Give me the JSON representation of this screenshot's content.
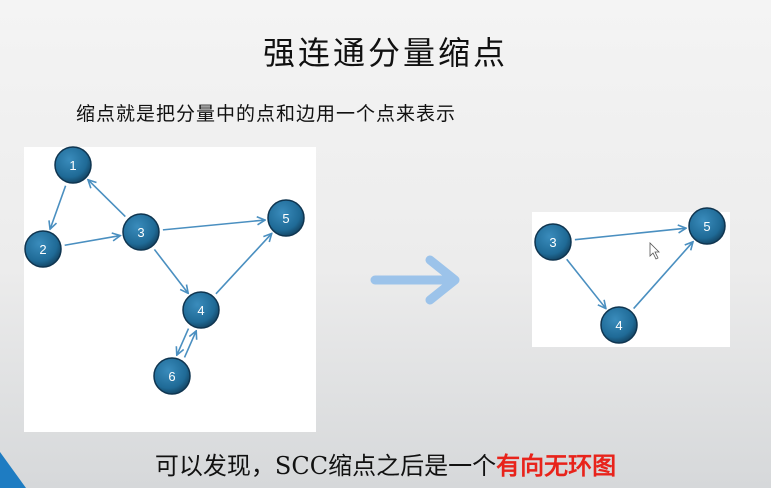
{
  "title": "强连通分量缩点",
  "subtitle": "缩点就是把分量中的点和边用一个点来表示",
  "left_graph": {
    "nodes": [
      "1",
      "2",
      "3",
      "4",
      "5",
      "6"
    ],
    "edges": [
      [
        "1",
        "2"
      ],
      [
        "2",
        "3"
      ],
      [
        "3",
        "1"
      ],
      [
        "3",
        "5"
      ],
      [
        "3",
        "4"
      ],
      [
        "4",
        "5"
      ],
      [
        "4",
        "6"
      ],
      [
        "6",
        "4"
      ]
    ]
  },
  "right_graph": {
    "nodes": [
      "3",
      "4",
      "5"
    ],
    "edges": [
      [
        "3",
        "5"
      ],
      [
        "3",
        "4"
      ],
      [
        "4",
        "5"
      ]
    ]
  },
  "conclusion": {
    "text": "可以发现，SCC缩点之后是一个",
    "highlight": "有向无环图"
  },
  "colors": {
    "node": "#1f6a96",
    "edge": "#4a8fc0",
    "arrow": "#9cc3ea",
    "highlight": "#e8231b"
  }
}
